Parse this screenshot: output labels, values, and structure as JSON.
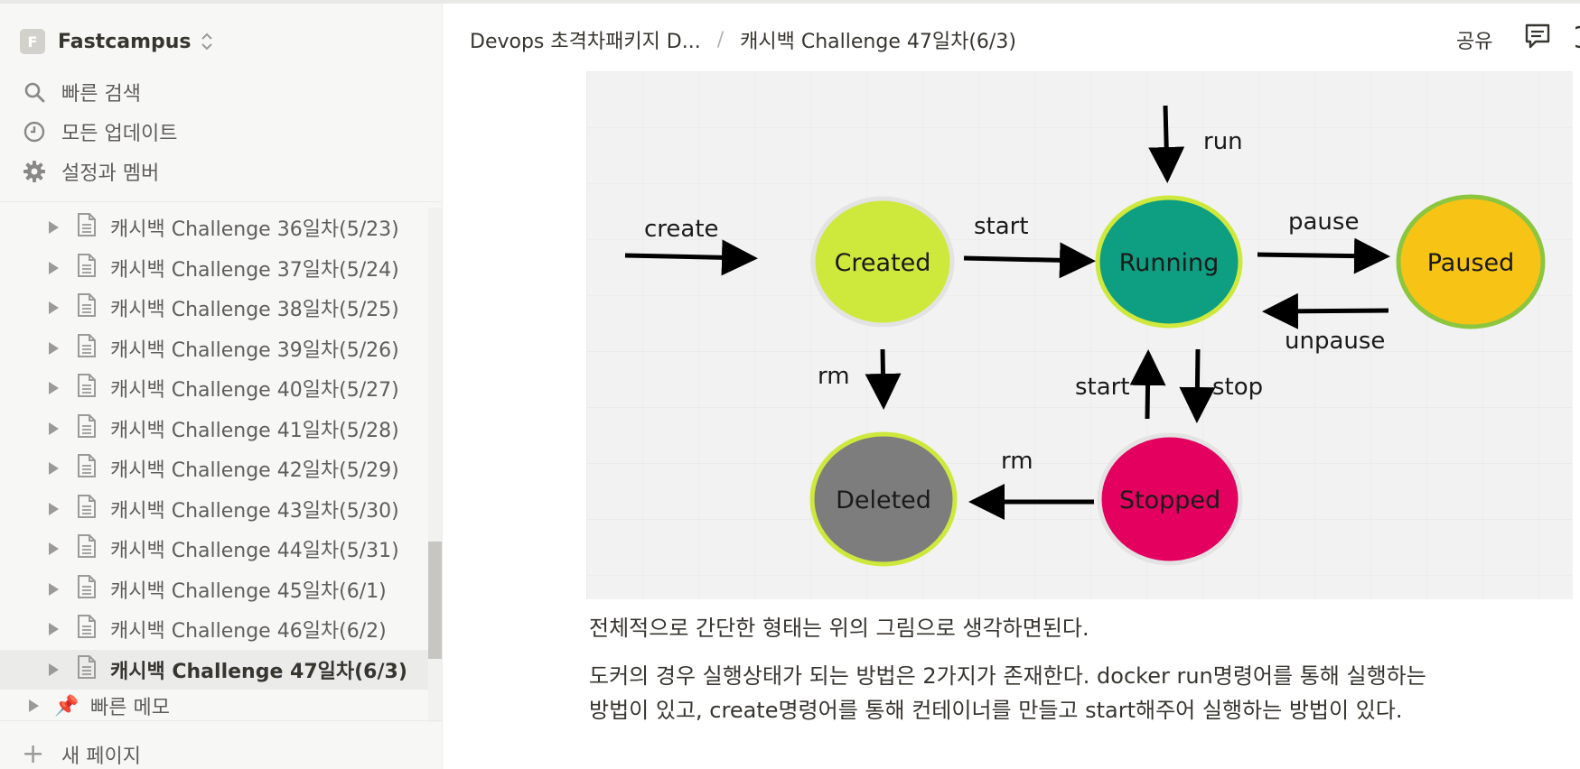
{
  "workspace": {
    "initial": "F",
    "name": "Fastcampus"
  },
  "nav": [
    {
      "label": "빠른 검색",
      "icon": "search-icon"
    },
    {
      "label": "모든 업데이트",
      "icon": "clock-icon"
    },
    {
      "label": "설정과 멤버",
      "icon": "gear-icon"
    }
  ],
  "pages": [
    "캐시백 Challenge 36일차(5/23)",
    "캐시백 Challenge 37일차(5/24)",
    "캐시백 Challenge 38일차(5/25)",
    "캐시백 Challenge 39일차(5/26)",
    "캐시백 Challenge 40일차(5/27)",
    "캐시백 Challenge 41일차(5/28)",
    "캐시백 Challenge 42일차(5/29)",
    "캐시백 Challenge 43일차(5/30)",
    "캐시백 Challenge 44일차(5/31)",
    "캐시백 Challenge 45일차(6/1)",
    "캐시백 Challenge 46일차(6/2)",
    "캐시백 Challenge 47일차(6/3)"
  ],
  "active_page_index": 11,
  "quick_memo": {
    "label": "빠른 메모",
    "icon": "pushpin-icon"
  },
  "new_page": {
    "label": "새 페이지"
  },
  "header": {
    "breadcrumbs": [
      "Devops 초격차패키지 D...",
      "캐시백 Challenge 47일차(6/3)"
    ],
    "share_label": "공유"
  },
  "diagram": {
    "states": {
      "created": {
        "label": "Created",
        "fill": "#cfe83c",
        "stroke": "#e3e3e3"
      },
      "running": {
        "label": "Running",
        "fill": "#0e9e82",
        "stroke": "#cfe83c"
      },
      "paused": {
        "label": "Paused",
        "fill": "#f7c315",
        "stroke": "#8cc63f"
      },
      "deleted": {
        "label": "Deleted",
        "fill": "#7d7d7d",
        "stroke": "#cfe83c"
      },
      "stopped": {
        "label": "Stopped",
        "fill": "#e3005f",
        "stroke": "#e3e3e3"
      }
    },
    "arrows": {
      "create": "create",
      "run": "run",
      "start": "start",
      "pause": "pause",
      "unpause": "unpause",
      "rm_created": "rm",
      "start_stopped": "start",
      "stop": "stop",
      "rm_stopped": "rm"
    }
  },
  "paragraphs": [
    "전체적으로 간단한 형태는 위의 그림으로 생각하면된다.",
    "도커의 경우 실행상태가 되는 방법은 2가지가 존재한다. docker run명령어를 통해 실행하는",
    "방법이 있고, create명령어를 통해 컨테이너를 만들고 start해주어 실행하는 방법이 있다."
  ]
}
